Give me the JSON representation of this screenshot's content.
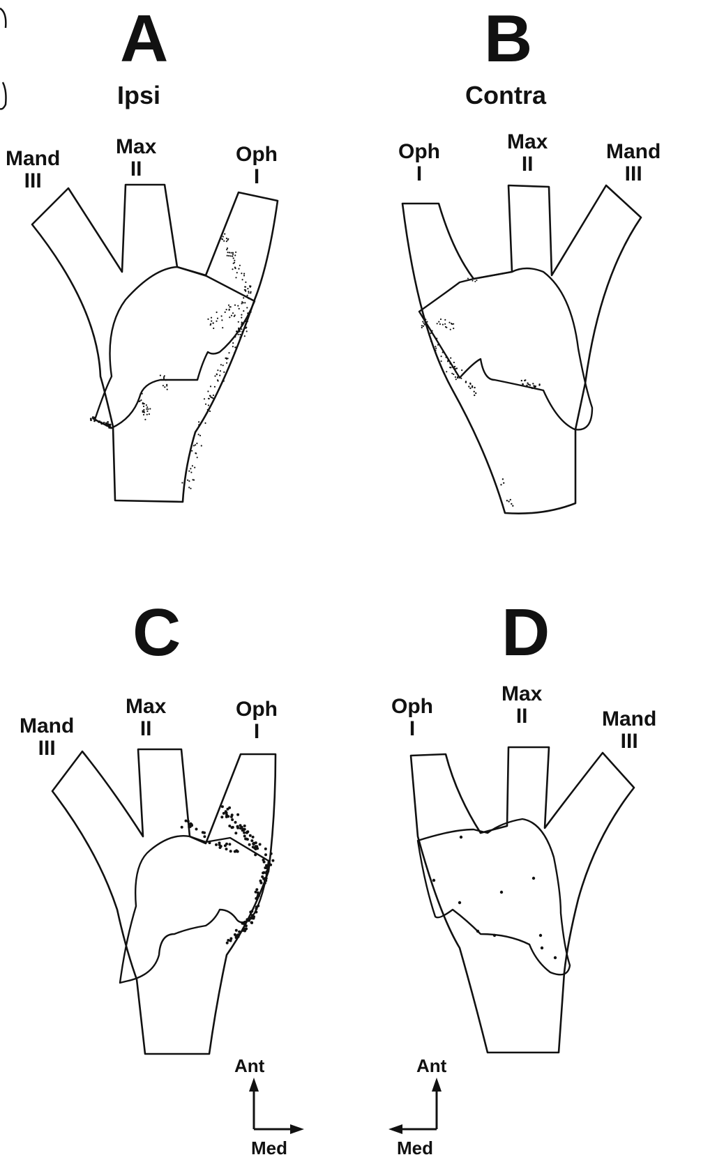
{
  "panels": {
    "A": {
      "letter": "A",
      "condition": "Ipsi",
      "nerves": {
        "mand": [
          "Mand",
          "III"
        ],
        "max": [
          "Max",
          "II"
        ],
        "oph": [
          "Oph",
          "I"
        ]
      }
    },
    "B": {
      "letter": "B",
      "condition": "Contra",
      "nerves": {
        "mand": [
          "Mand",
          "III"
        ],
        "max": [
          "Max",
          "II"
        ],
        "oph": [
          "Oph",
          "I"
        ]
      }
    },
    "C": {
      "letter": "C",
      "nerves": {
        "mand": [
          "Mand",
          "III"
        ],
        "max": [
          "Max",
          "II"
        ],
        "oph": [
          "Oph",
          "I"
        ]
      }
    },
    "D": {
      "letter": "D",
      "nerves": {
        "mand": [
          "Mand",
          "III"
        ],
        "max": [
          "Max",
          "II"
        ],
        "oph": [
          "Oph",
          "I"
        ]
      }
    }
  },
  "orientation": {
    "C": {
      "up_label": "Ant",
      "side_label": "Med",
      "side_direction": "right"
    },
    "D": {
      "up_label": "Ant",
      "side_label": "Med",
      "side_direction": "left"
    }
  },
  "colors": {
    "ink": "#111111",
    "background": "#ffffff"
  }
}
